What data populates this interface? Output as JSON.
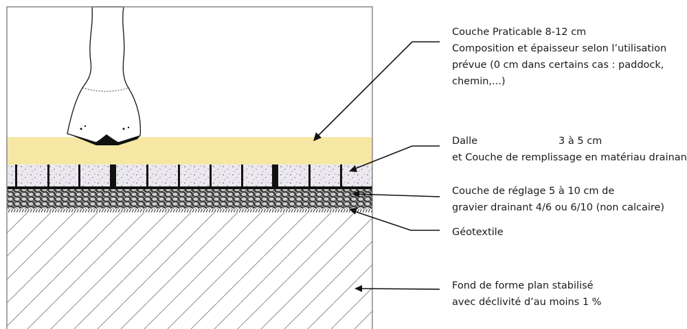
{
  "colors": {
    "sand": "#f7e7a4",
    "slab": "#ece8ef",
    "gravel": "#8a8a8a",
    "frame": "#888888"
  },
  "labels": {
    "couche_praticable": [
      "Couche Praticable 8-12 cm",
      "Composition et épaisseur selon l’utilisation",
      "prévue (0 cm dans certains cas : paddock,",
      "chemin,...)"
    ],
    "dalle": {
      "name": "Dalle",
      "thickness": "3 à 5 cm",
      "line2": "et Couche de remplissage en matériau drainant"
    },
    "reglage": [
      "Couche de réglage 5 à 10 cm de",
      "gravier drainant 4/6 ou 6/10 (non calcaire)"
    ],
    "geotextile": "Géotextile",
    "fond": [
      "Fond de forme plan stabilisé",
      "avec déclivité d’au moins 1 %"
    ]
  }
}
